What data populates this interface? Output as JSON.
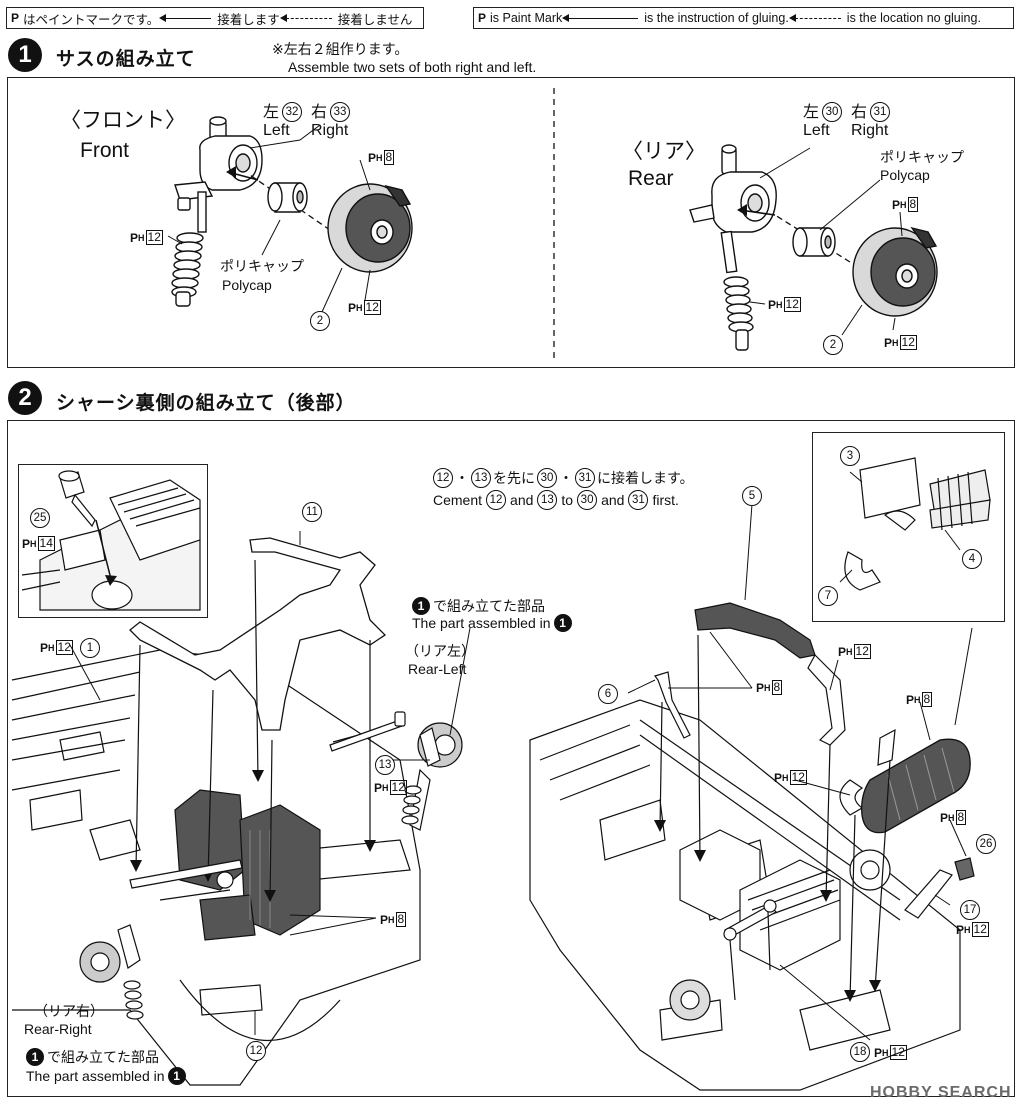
{
  "legend_jp": {
    "p_label": "はペイントマークです。",
    "glue": "接着します",
    "no_glue": "接着しません"
  },
  "legend_en": {
    "p_label": "is Paint Mark",
    "glue": "is the instruction of gluing.",
    "no_glue": "is the location no gluing."
  },
  "paint_prefix": "P",
  "paint_sub": "H",
  "step1": {
    "number": "1",
    "title": "サスの組み立て",
    "note_jp": "※左右２組作ります。",
    "note_en": "Assemble two sets of both right and left.",
    "front": {
      "title_jp": "〈フロント〉",
      "title_en": "Front",
      "left_jp": "左",
      "left_num": "32",
      "right_jp": "右",
      "right_num": "33",
      "left_en": "Left",
      "right_en": "Right",
      "paint_a": "8",
      "paint_b": "12",
      "paint_c": "12",
      "polycap_jp": "ポリキャップ",
      "polycap_en": "Polycap",
      "part": "2"
    },
    "rear": {
      "title_jp": "〈リア〉",
      "title_en": "Rear",
      "left_jp": "左",
      "left_num": "30",
      "right_jp": "右",
      "right_num": "31",
      "left_en": "Left",
      "right_en": "Right",
      "paint_a": "8",
      "paint_b": "12",
      "paint_c": "12",
      "polycap_jp": "ポリキャップ",
      "polycap_en": "Polycap",
      "part": "2"
    }
  },
  "step2": {
    "number": "2",
    "title": "シャーシ裏側の組み立て（後部）",
    "cement_jp_a": "12",
    "cement_jp_b": "13",
    "cement_jp_mid": "を先に",
    "cement_jp_c": "30",
    "cement_jp_d": "31",
    "cement_jp_end": "に接着します。",
    "cement_en_pre": "Cement",
    "cement_en_and1": "and",
    "cement_en_to": "to",
    "cement_en_and2": "and",
    "cement_en_end": "first.",
    "assembled_jp": "で組み立てた部品",
    "assembled_en": "The part assembled in",
    "assembled_ref": "1",
    "rear_left_jp": "（リア左）",
    "rear_left_en": "Rear-Left",
    "rear_right_jp": "（リア右）",
    "rear_right_en": "Rear-Right",
    "parts": {
      "p25": "25",
      "p25_paint": "14",
      "p1": "1",
      "p1_paint": "12",
      "p11": "11",
      "p12": "12",
      "p13": "13",
      "p13_paint": "12",
      "body_paint": "8",
      "p3": "3",
      "p4": "4",
      "p7": "7",
      "p5": "5",
      "p5_paint": "8",
      "p6": "6",
      "pipe_paint": "12",
      "muffler_paint": "8",
      "hanger_paint": "12",
      "p26": "26",
      "p26_paint": "8",
      "p17": "17",
      "p17_paint": "12",
      "p18": "18",
      "p18_paint": "12"
    }
  },
  "watermark": "HOBBY SEARCH"
}
